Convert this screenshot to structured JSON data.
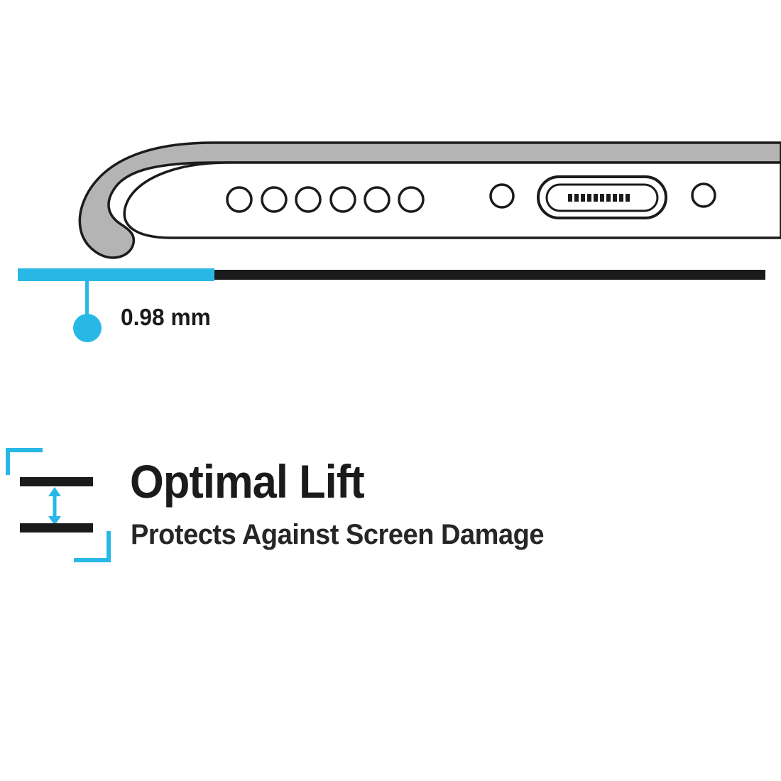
{
  "colors": {
    "accent": "#29b8e6",
    "ink": "#1b1b1b",
    "case_gray": "#b5b4b4",
    "phone_body": "#ffffff"
  },
  "measurement": {
    "value": "0.98 mm"
  },
  "feature": {
    "title": "Optimal Lift",
    "subtitle": "Protects Against Screen Damage"
  }
}
